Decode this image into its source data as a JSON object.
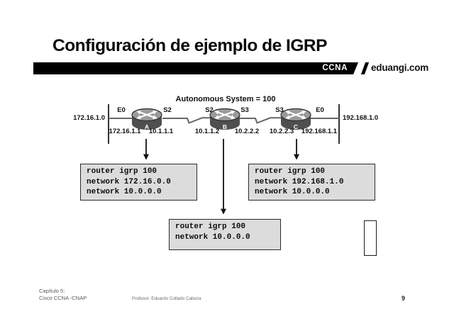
{
  "slide": {
    "title": "Configuración de ejemplo de IGRP",
    "header": {
      "brand_left": "CCNA",
      "brand_right": "eduangi.com"
    },
    "footer": {
      "chapter_line1": "Capítulo 5:",
      "chapter_line2": "Cisco CCNA -CNAP",
      "professor": "Profesor: Eduardo Collado Cabeza",
      "page_number": "9"
    }
  },
  "diagram": {
    "as_label": "Autonomous System = 100",
    "left_network": "172.16.1.0",
    "right_network": "192.168.1.0",
    "interface_labels": [
      "E0",
      "S2",
      "S2",
      "S3",
      "S3",
      "E0"
    ],
    "ip_labels": [
      "172.16.1.1",
      "10.1.1.1",
      "10.1.1.2",
      "10.2.2.2",
      "10.2.2.3",
      "192.168.1.1"
    ],
    "routers": [
      {
        "name": "A"
      },
      {
        "name": "B"
      },
      {
        "name": "C"
      }
    ]
  },
  "config_boxes": [
    {
      "router": "A",
      "lines": [
        "router igrp 100",
        "network 172.16.0.0",
        "network 10.0.0.0"
      ]
    },
    {
      "router": "C",
      "lines": [
        "router igrp 100",
        "network 192.168.1.0",
        "network 10.0.0.0"
      ]
    },
    {
      "router": "B",
      "lines": [
        "router igrp 100",
        "network 10.0.0.0"
      ]
    }
  ],
  "colors": {
    "header_bar": "#000000",
    "config_box_fill": "#dcdcdc",
    "router_body": "#4f4f4f",
    "router_top": "#9a9a9a",
    "link_line": "#666666"
  }
}
